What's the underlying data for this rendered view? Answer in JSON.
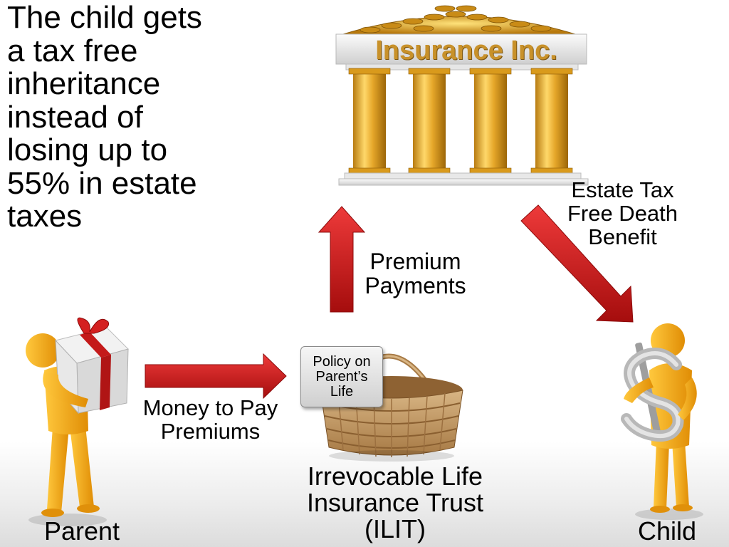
{
  "headline": "The child gets\na tax free\ninheritance\ninstead of\nlosing up to\n55% in estate\ntaxes",
  "insurer": {
    "name": "Insurance Inc."
  },
  "labels": {
    "premium_payments": "Premium\nPayments",
    "estate_tax_free": "Estate Tax\nFree Death\nBenefit",
    "money_to_pay": "Money to Pay\nPremiums",
    "policy_card": "Policy on\nParent’s\nLife",
    "trust": "Irrevocable Life\nInsurance Trust\n(ILIT)",
    "parent": "Parent",
    "child": "Child"
  },
  "colors": {
    "arrow": "#d81f1f",
    "figure": "#f3a818",
    "gold": "#e3a92c",
    "gift_ribbon": "#c41a1a",
    "dollar_silver": "#b8b8b8"
  }
}
